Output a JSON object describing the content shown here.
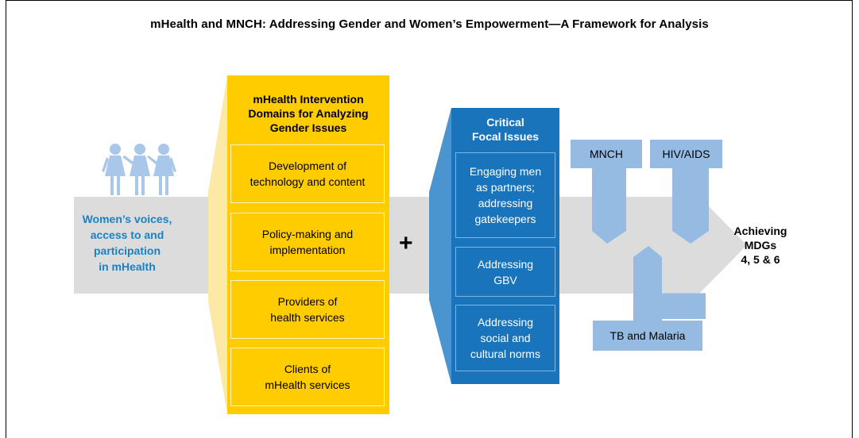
{
  "title": "mHealth and MNCH: Addressing Gender and Women’s Empowerment—A Framework for Analysis",
  "voices": {
    "line1": "Women’s voices,",
    "line2": "access to and",
    "line3": "participation",
    "line4": "in mHealth"
  },
  "domains": {
    "heading1": "mHealth Intervention",
    "heading2": "Domains for Analyzing",
    "heading3": "Gender Issues",
    "items": [
      {
        "line1": "Development of",
        "line2": "technology and content"
      },
      {
        "line1": "Policy-making and",
        "line2": "implementation"
      },
      {
        "line1": "Providers of",
        "line2": "health services"
      },
      {
        "line1": "Clients of",
        "line2": "mHealth services"
      }
    ]
  },
  "plus": "+",
  "focal": {
    "heading1": "Critical",
    "heading2": "Focal Issues",
    "items": [
      {
        "line1": "Engaging men",
        "line2": "as partners;",
        "line3": "addressing",
        "line4": "gatekeepers"
      },
      {
        "line1": "Addressing",
        "line2": "GBV"
      },
      {
        "line1": "Addressing",
        "line2": "social and",
        "line3": "cultural norms"
      }
    ]
  },
  "outcomes": {
    "mnch": "MNCH",
    "hiv": "HIV/AIDS",
    "tb": "TB and Malaria"
  },
  "goal": {
    "line1": "Achieving",
    "line2": "MDGs",
    "line3": "4, 5 & 6"
  },
  "colors": {
    "yellow": "#ffcc00",
    "pale_yellow": "#fde9a6",
    "blue": "#1a74bb",
    "light_blue": "#95bbe3",
    "gray_arrow": "#dcdcdc",
    "voices_text": "#1a82c4",
    "figure": "#a9c8e9"
  },
  "icons": {
    "women": "three-women-holding-hands-icon"
  }
}
